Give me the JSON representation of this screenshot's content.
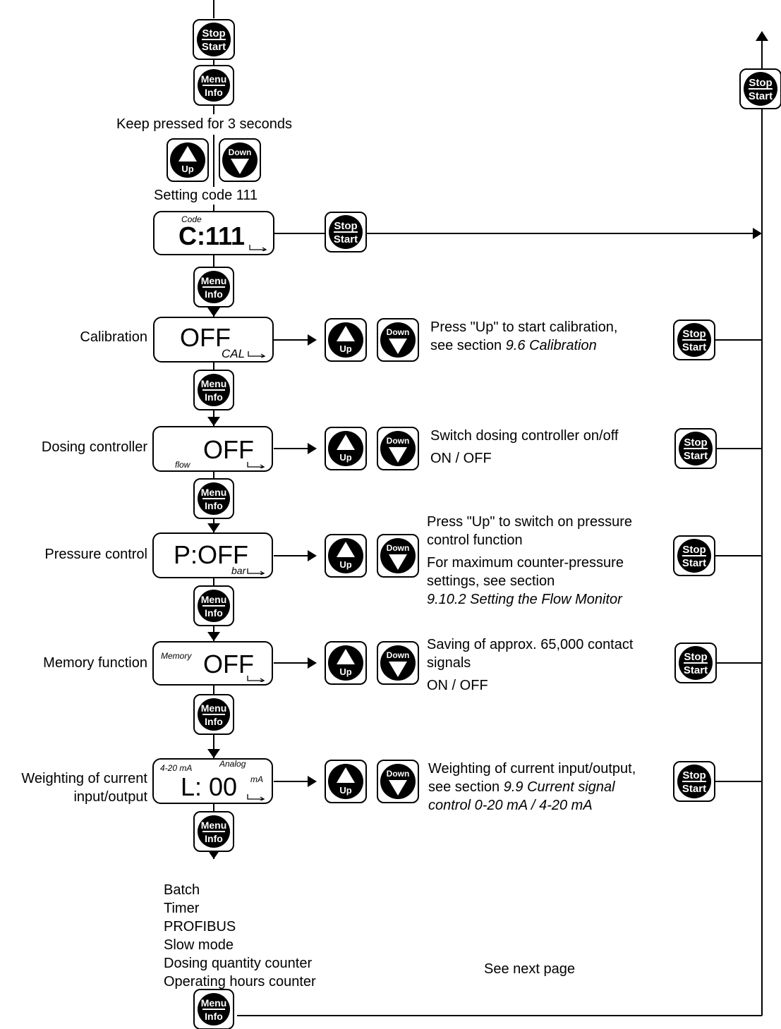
{
  "keep_pressed": "Keep pressed for 3 seconds",
  "setting_code": "Setting code 111",
  "code_display": {
    "label": "Code",
    "value": "C:111"
  },
  "button_labels": {
    "stop": "Stop",
    "start": "Start",
    "menu": "Menu",
    "info": "Info",
    "up": "Up",
    "down": "Down"
  },
  "rows": [
    {
      "label_lines": [
        "Calibration"
      ],
      "display": {
        "main": "OFF",
        "unit": "CAL"
      },
      "desc": [
        {
          "parts": [
            {
              "text": "Press \"Up\" to start calibration,",
              "italic": false
            }
          ]
        },
        {
          "parts": [
            {
              "text": "see section ",
              "italic": false
            },
            {
              "text": "9.6 Calibration",
              "italic": true
            }
          ]
        }
      ]
    },
    {
      "label_lines": [
        "Dosing controller"
      ],
      "display": {
        "main": "OFF",
        "unit": "flow"
      },
      "desc": [
        {
          "parts": [
            {
              "text": "Switch dosing controller on/off",
              "italic": false
            }
          ]
        },
        {
          "parts": [
            {
              "text": "ON / OFF",
              "italic": false
            }
          ]
        }
      ]
    },
    {
      "label_lines": [
        "Pressure control"
      ],
      "display": {
        "main": "P:OFF",
        "unit": "bar"
      },
      "desc": [
        {
          "parts": [
            {
              "text": "Press \"Up\" to switch on pressure",
              "italic": false
            }
          ]
        },
        {
          "parts": [
            {
              "text": "control function",
              "italic": false
            }
          ]
        },
        {
          "parts": [
            {
              "text": "For maximum counter-pressure",
              "italic": false
            }
          ]
        },
        {
          "parts": [
            {
              "text": "settings, see section",
              "italic": false
            }
          ]
        },
        {
          "parts": [
            {
              "text": "9.10.2 Setting the Flow Monitor",
              "italic": true
            }
          ]
        }
      ]
    },
    {
      "label_lines": [
        "Memory function"
      ],
      "display": {
        "main": "OFF",
        "unit": "Memory"
      },
      "desc": [
        {
          "parts": [
            {
              "text": "Saving of approx. 65,000 contact",
              "italic": false
            }
          ]
        },
        {
          "parts": [
            {
              "text": "signals",
              "italic": false
            }
          ]
        },
        {
          "parts": [
            {
              "text": "ON / OFF",
              "italic": false
            }
          ]
        }
      ]
    },
    {
      "label_lines": [
        "Weighting of current",
        "input/output"
      ],
      "display": {
        "main": "L: 00",
        "unit": "mA",
        "top_left": "4-20 mA",
        "top_right": "Analog"
      },
      "desc": [
        {
          "parts": [
            {
              "text": "Weighting of current input/output,",
              "italic": false
            }
          ]
        },
        {
          "parts": [
            {
              "text": "see section ",
              "italic": false
            },
            {
              "text": "9.9 Current signal",
              "italic": true
            }
          ]
        },
        {
          "parts": [
            {
              "text": "control 0-20 mA / 4-20 mA",
              "italic": true
            }
          ]
        }
      ]
    }
  ],
  "more_items": [
    "Batch",
    "Timer",
    "PROFIBUS",
    "Slow mode",
    "Dosing quantity counter",
    "Operating hours counter"
  ],
  "see_next_page": "See next page"
}
